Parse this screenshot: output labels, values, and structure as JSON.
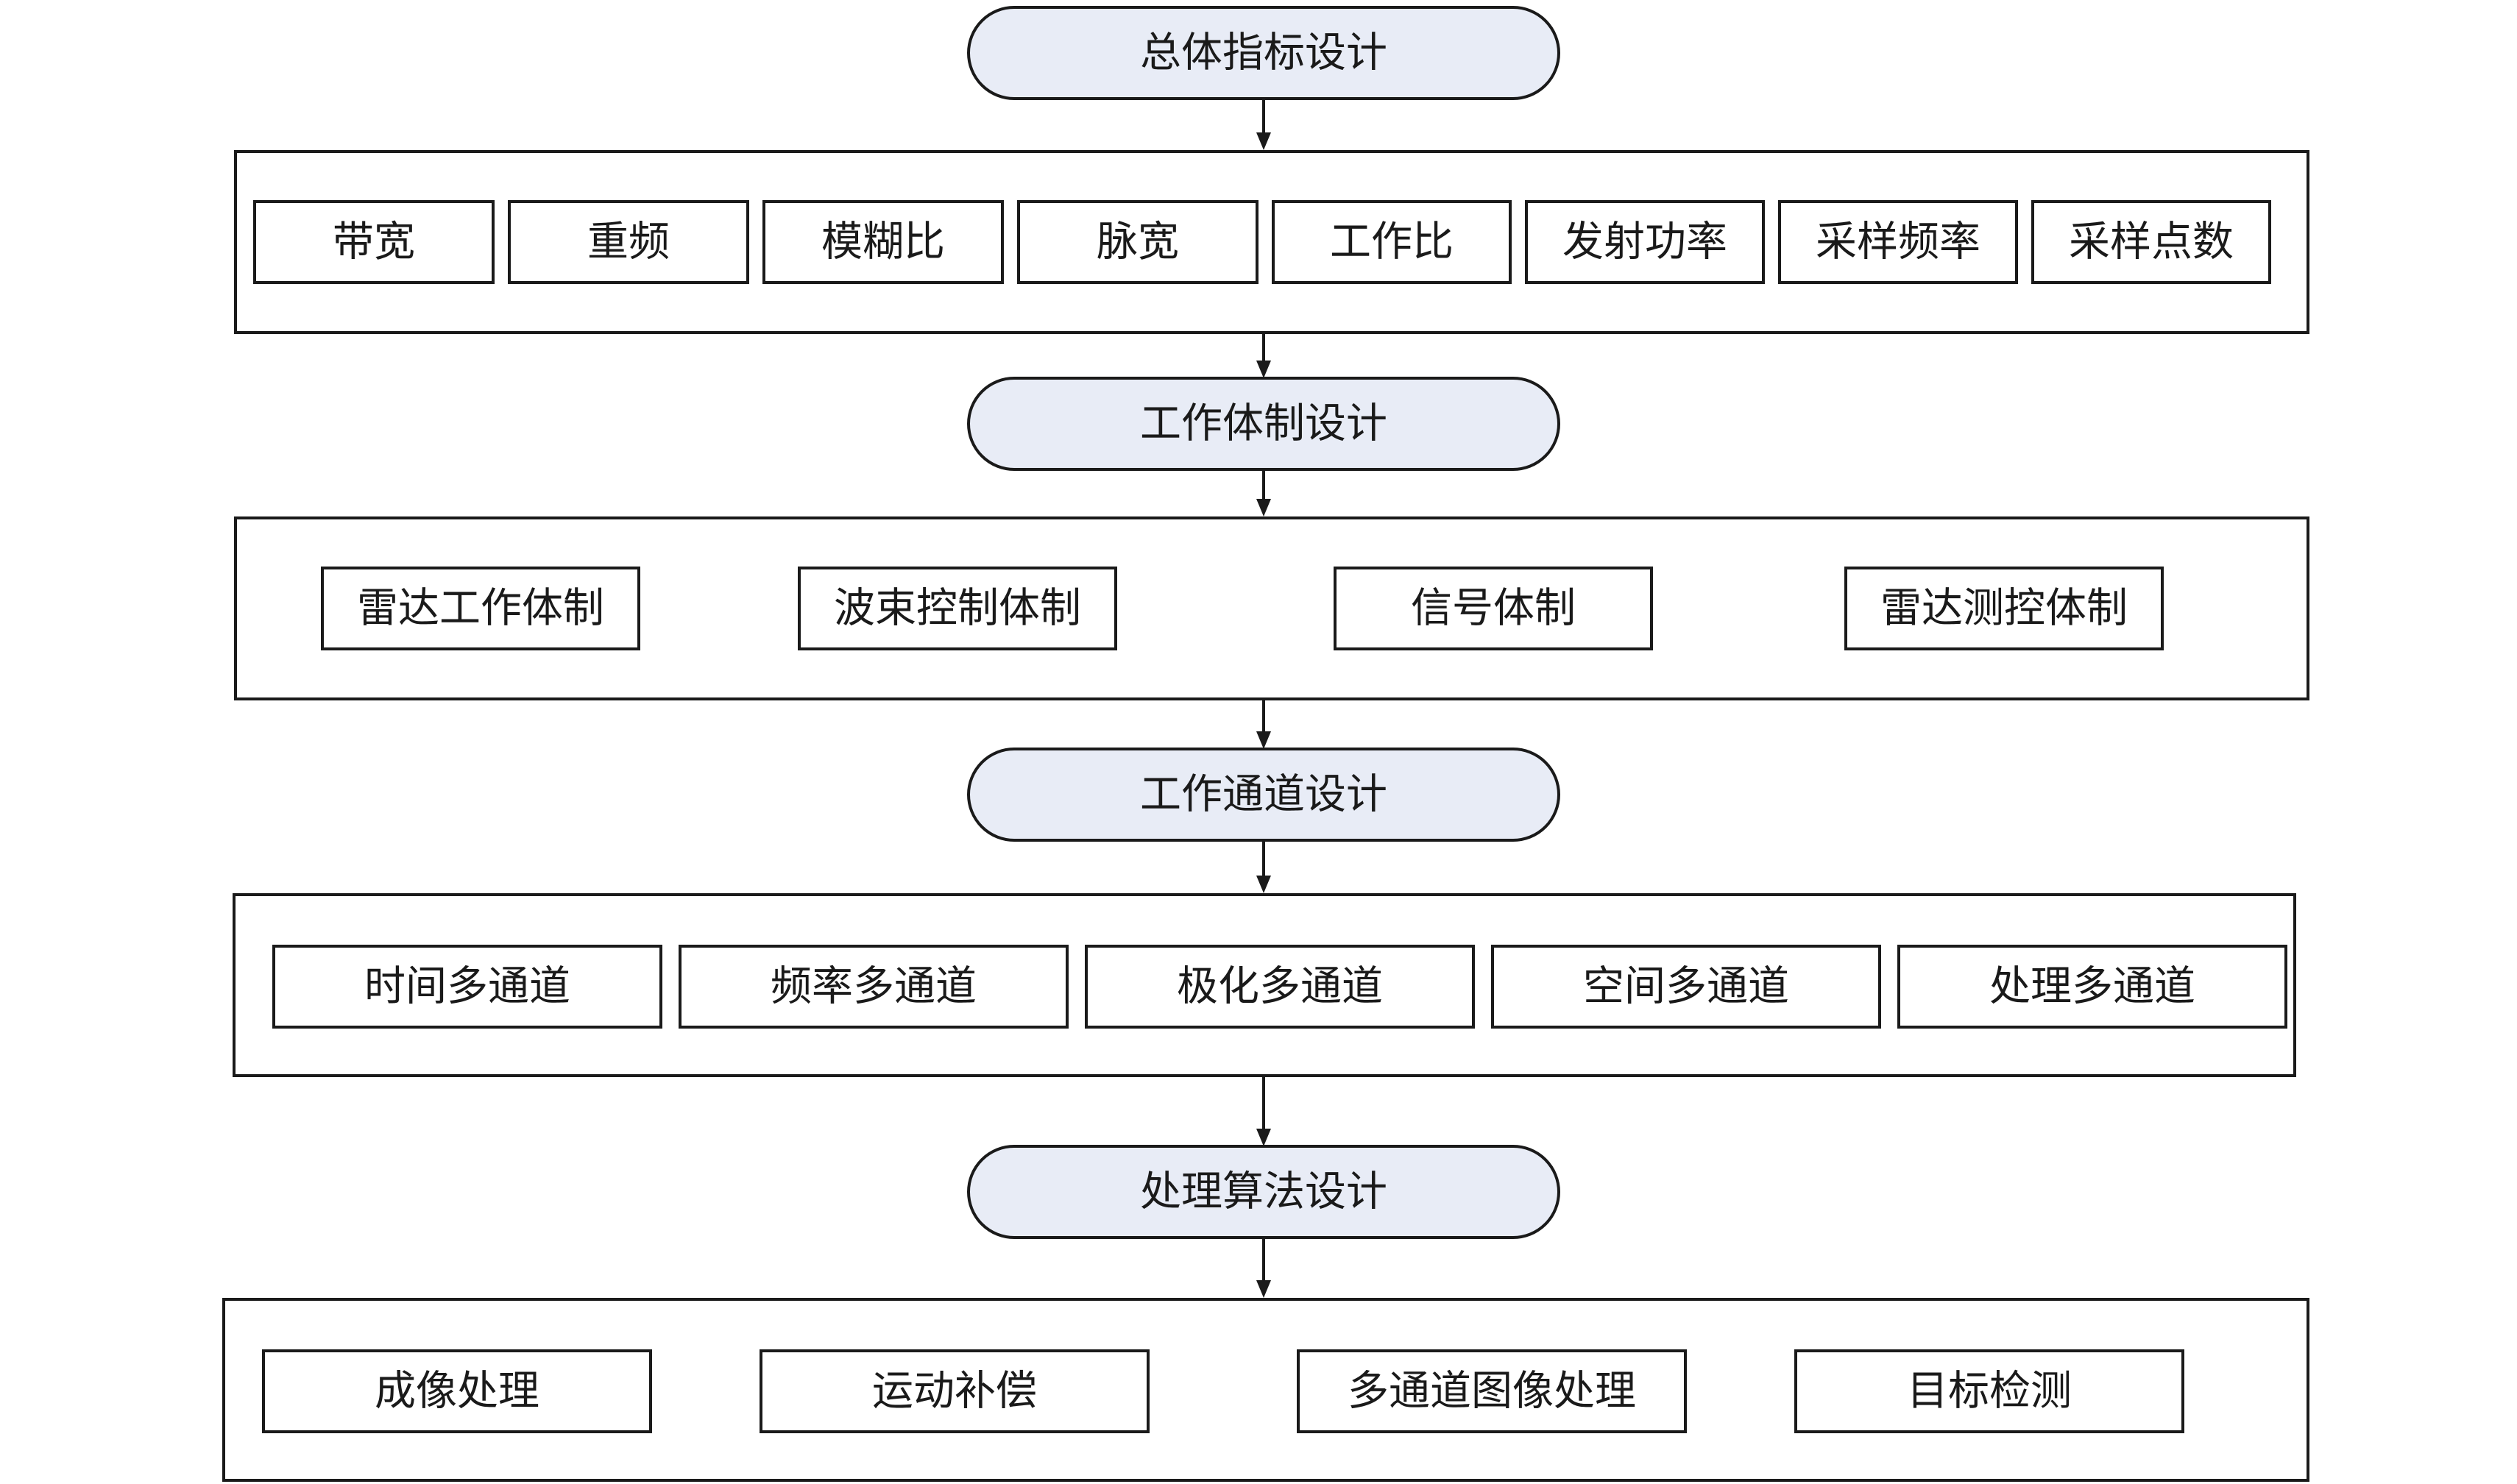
{
  "stages": [
    {
      "title": "总体指标设计",
      "items": [
        "带宽",
        "重频",
        "模糊比",
        "脉宽",
        "工作比",
        "发射功率",
        "采样频率",
        "采样点数"
      ]
    },
    {
      "title": "工作体制设计",
      "items": [
        "雷达工作体制",
        "波束控制体制",
        "信号体制",
        "雷达测控体制"
      ]
    },
    {
      "title": "工作通道设计",
      "items": [
        "时间多通道",
        "频率多通道",
        "极化多通道",
        "空间多通道",
        "处理多通道"
      ]
    },
    {
      "title": "处理算法设计",
      "items": [
        "成像处理",
        "运动补偿",
        "多通道图像处理",
        "目标检测"
      ]
    }
  ],
  "colors": {
    "pill_fill": "#e8ecf6",
    "stroke": "#1a1a1a",
    "background": "#ffffff"
  }
}
